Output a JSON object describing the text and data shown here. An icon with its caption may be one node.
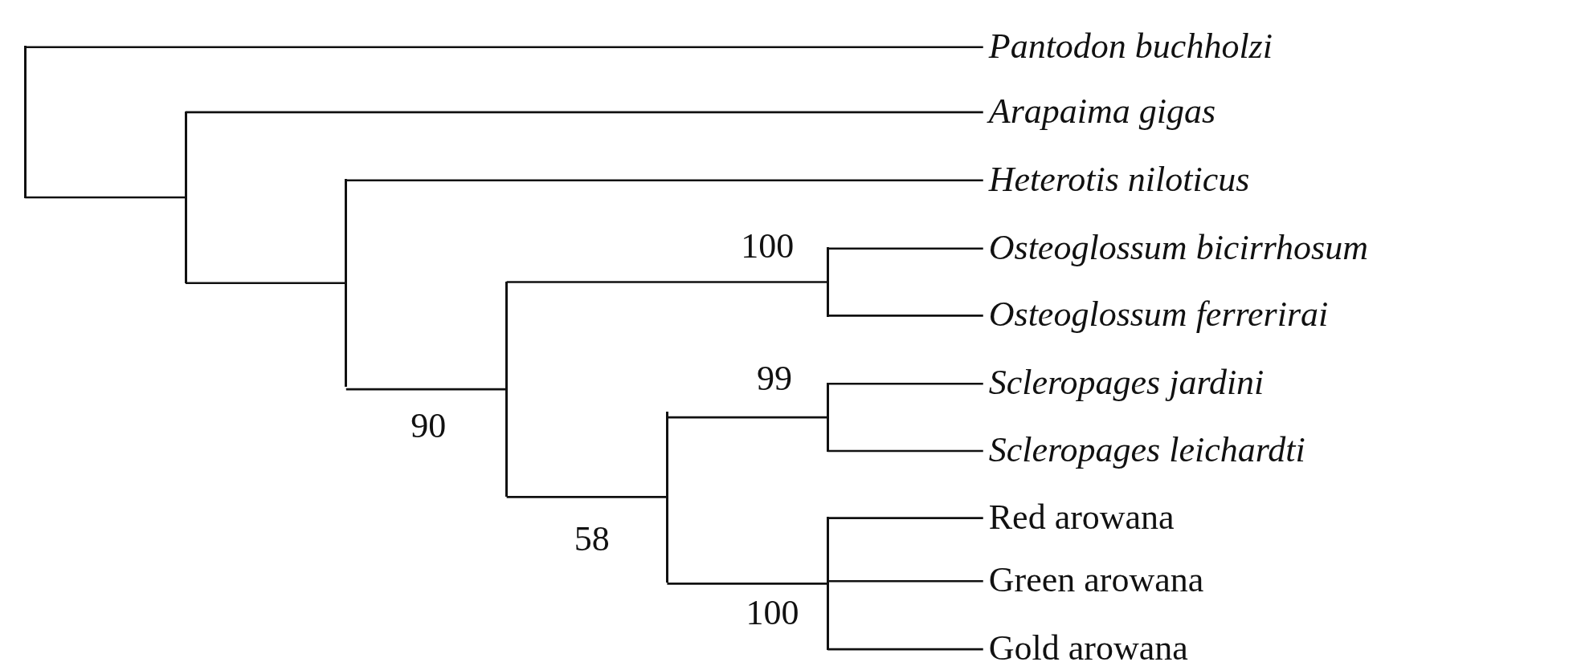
{
  "diagram": {
    "nodes": [
      {
        "text": [
          "Pantodon buchholzi"
        ]
      },
      {
        "text": [
          "Arapaima gigas"
        ]
      },
      {
        "text": [
          "Heterotis niloticus"
        ]
      },
      {
        "text": [
          "Osteoglossum bicirrhosum"
        ]
      },
      {
        "text": [
          "Osteoglossum ferrerirai"
        ]
      },
      {
        "text": [
          "Scleropages jardini"
        ]
      },
      {
        "text": [
          "Scleropages leichardti"
        ]
      },
      {
        "text": [
          "Red arowana"
        ]
      },
      {
        "text": [
          "Green arowana"
        ]
      },
      {
        "text": [
          "Gold arowana"
        ]
      },
      {
        "text": [],
        "shape": "bar"
      },
      {
        "text": [],
        "shape": "bar"
      },
      {
        "text": [],
        "shape": "bar"
      },
      {
        "text": [],
        "shape": "bar"
      },
      {
        "text": [],
        "shape": "bar"
      },
      {
        "text": [],
        "shape": "bar"
      },
      {
        "text": [],
        "shape": "bar"
      },
      {
        "text": [],
        "shape": "bar"
      }
    ],
    "edges": [
      {
        "from": 10,
        "to": 0,
        "arrow": "none"
      },
      {
        "from": 10,
        "to": 11,
        "arrow": "none"
      },
      {
        "from": 11,
        "to": 1,
        "arrow": "none"
      },
      {
        "from": 11,
        "to": 12,
        "arrow": "none"
      },
      {
        "from": 12,
        "to": 2,
        "arrow": "none"
      },
      {
        "from": 12,
        "to": 13,
        "arrow": "none"
      },
      {
        "from": 13,
        "to": 15,
        "arrow": "none"
      },
      {
        "from": 13,
        "to": 14,
        "arrow": "none"
      },
      {
        "from": 15,
        "to": 3,
        "arrow": "none"
      },
      {
        "from": 15,
        "to": 4,
        "arrow": "none"
      },
      {
        "from": 14,
        "to": 16,
        "arrow": "none"
      },
      {
        "from": 14,
        "to": 17,
        "arrow": "none"
      },
      {
        "from": 16,
        "to": 5,
        "arrow": "none"
      },
      {
        "from": 16,
        "to": 6,
        "arrow": "none"
      },
      {
        "from": 17,
        "to": 7,
        "arrow": "none"
      },
      {
        "from": 17,
        "to": 8,
        "arrow": "none"
      },
      {
        "from": 17,
        "to": 9,
        "arrow": "none"
      }
    ],
    "labels": [
      "100",
      "90",
      "99",
      "58",
      "100"
    ]
  }
}
